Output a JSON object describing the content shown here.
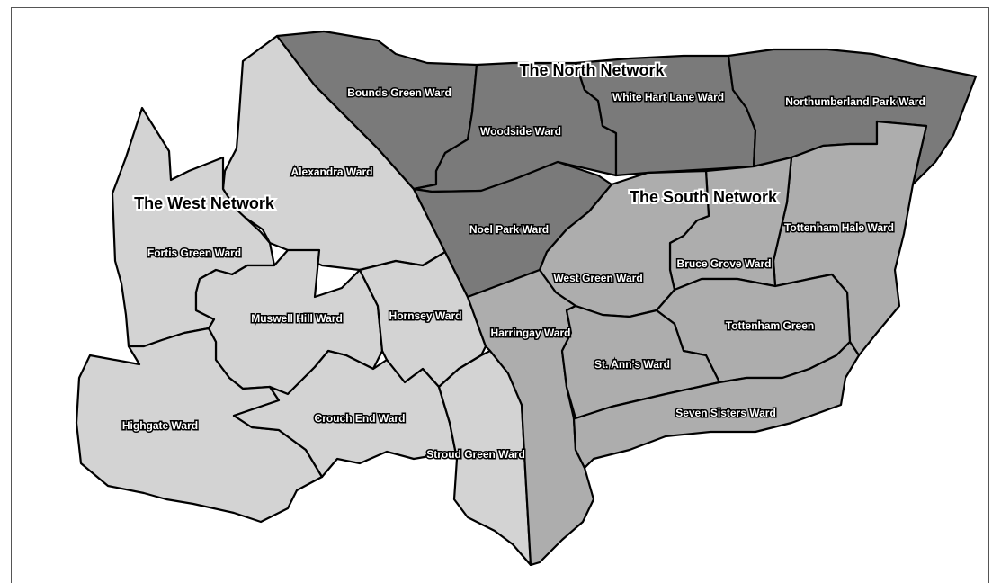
{
  "map": {
    "colors": {
      "north_network": "#7a7a7a",
      "south_network": "#adadad",
      "west_network": "#d3d3d3",
      "border": "#000000",
      "background": "#ffffff"
    },
    "networks": {
      "north": "The North Network",
      "south": "The South Network",
      "west": "The West Network"
    },
    "wards": {
      "bounds_green": "Bounds Green Ward",
      "woodside": "Woodside Ward",
      "white_hart_lane": "White Hart Lane Ward",
      "northumberland_park": "Northumberland Park Ward",
      "noel_park": "Noel Park Ward",
      "tottenham_hale": "Tottenham Hale Ward",
      "west_green": "West Green Ward",
      "bruce_grove": "Bruce Grove Ward",
      "tottenham_green": "Tottenham Green",
      "harringay": "Harringay Ward",
      "st_anns": "St. Ann's Ward",
      "seven_sisters": "Seven Sisters Ward",
      "alexandra": "Alexandra Ward",
      "fortis_green": "Fortis Green Ward",
      "muswell_hill": "Muswell Hill Ward",
      "hornsey": "Hornsey Ward",
      "highgate": "Highgate Ward",
      "crouch_end": "Crouch End Ward",
      "stroud_green": "Stroud Green Ward"
    }
  }
}
